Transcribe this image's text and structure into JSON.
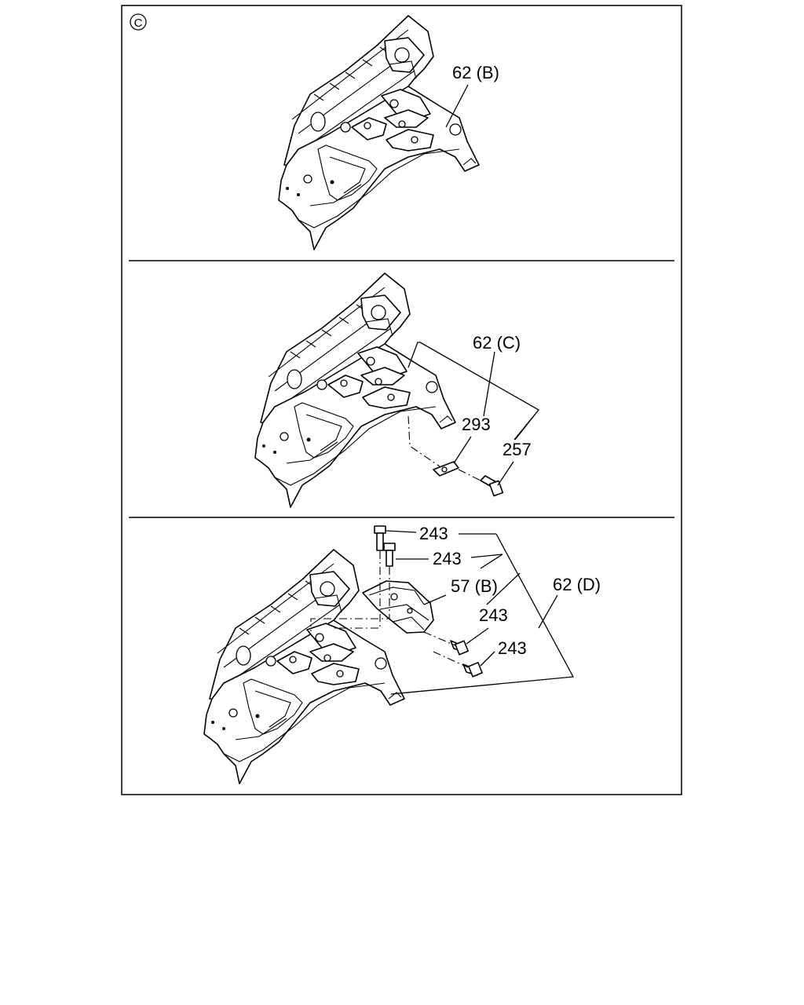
{
  "corner_mark": "C",
  "panels": [
    {
      "id": "top",
      "callouts": [
        "62 (B)"
      ]
    },
    {
      "id": "middle",
      "callouts": [
        "62 (C)",
        "293",
        "257"
      ]
    },
    {
      "id": "bottom",
      "callouts": [
        "243",
        "243",
        "57 (B)",
        "243",
        "243",
        "62 (D)"
      ]
    }
  ]
}
